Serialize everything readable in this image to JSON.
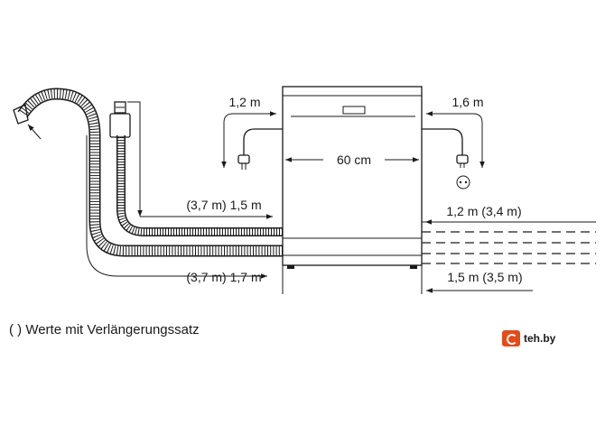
{
  "labels": {
    "power_left": "1,2 m",
    "power_right": "1,6 m",
    "width": "60 cm",
    "water_left": "(3,7 m) 1,5 m",
    "water_right": "1,2 m (3,4 m)",
    "drain_left": "(3,7 m) 1,7 m",
    "drain_right": "1,5 m (3,5 m)"
  },
  "footnote": "( ) Werte mit Verlängerungssatz",
  "watermark": "teh.by",
  "colors": {
    "line": "#1a1a1a",
    "watermark_accent": "#e64a19"
  }
}
